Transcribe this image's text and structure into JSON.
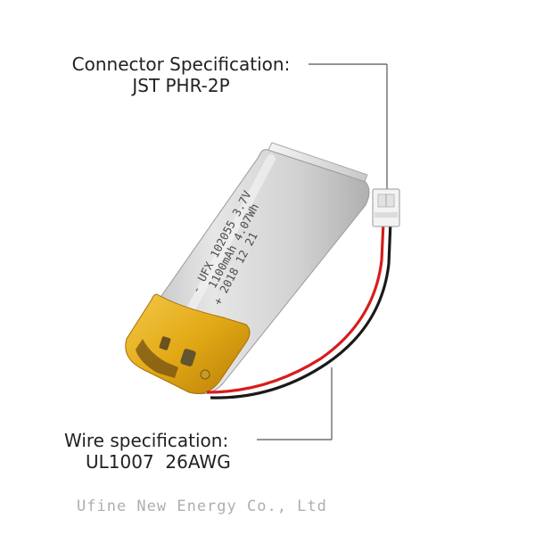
{
  "connector_spec": {
    "label": "Connector Specification:",
    "value": "JST PHR-2P"
  },
  "wire_spec": {
    "label": "Wire specification:",
    "value": "UL1007  26AWG"
  },
  "battery_print": {
    "line1": "- UFX 102055 3.7V",
    "line2": "1100mAh 4.07Wh",
    "line3": "+ 2018 12 21"
  },
  "watermark": "Ufine New Energy Co., Ltd",
  "colors": {
    "cell_body": "#d9d9d9",
    "kapton_tape": "#e8b21a",
    "wire_red": "#d81c1c",
    "wire_black": "#1a1a1a",
    "connector": "#f2f2f2",
    "callout_line": "#555555"
  }
}
